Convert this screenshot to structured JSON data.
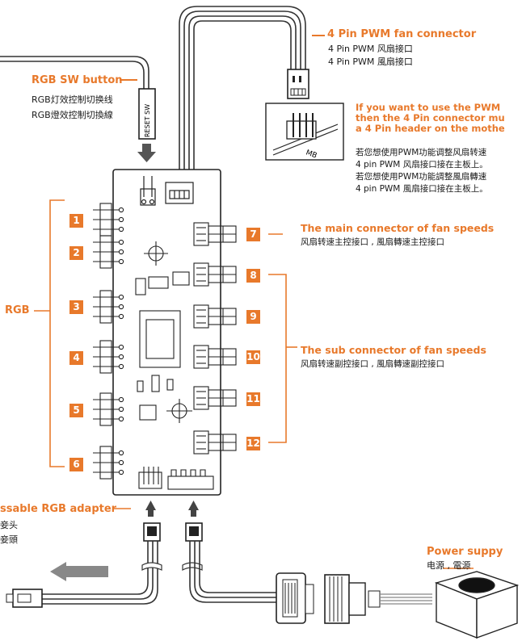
{
  "texts": {
    "pwm_title": "4 Pin PWM fan connector",
    "pwm_sc": "4 Pin PWM  风扇接口",
    "pwm_tc": "4 Pin PWM  風扇接口",
    "if_title_1": "If you want to use the PWM",
    "if_title_2": "then the 4 Pin connector mu",
    "if_title_3": "a 4 Pin header on the mothe",
    "if_sc_1": "若您想使用PWM功能调整风扇转速",
    "if_sc_2": "4 pin PWM 风扇接口接在主板上。",
    "if_tc_1": "若您想使用PWM功能調整風扇轉速",
    "if_tc_2": "4 pin PWM 風扇接口接在主板上。",
    "rgb_sw_title": "RGB SW button",
    "rgb_sw_sc": "RGB灯效控制切换线",
    "rgb_sw_tc": "RGB燈效控制切換線",
    "reset_sw": "RESET SW",
    "mb_label": "MB",
    "main_title": "The main connector of fan speeds",
    "main_sub": "风扇转速主控接口 , 風扇轉速主控接口",
    "sub_title": "The sub connector of fan speeds",
    "sub_sub": "风扇转速副控接口 , 風扇轉速副控接口",
    "rgb_side": "RGB",
    "adapter_title": "ssable RGB adapter",
    "adapter_sc": "妾头",
    "adapter_tc": "妾頭",
    "power_title": "Power suppy",
    "power_sub": "电源 , 電源"
  },
  "rgb_ports": [
    "1",
    "2",
    "3",
    "4",
    "5",
    "6"
  ],
  "fan_ports": [
    "7",
    "8",
    "9",
    "10",
    "11",
    "12"
  ],
  "colors": {
    "accent": "#e8792b",
    "line": "#222222",
    "gray_arrow": "#888888"
  }
}
